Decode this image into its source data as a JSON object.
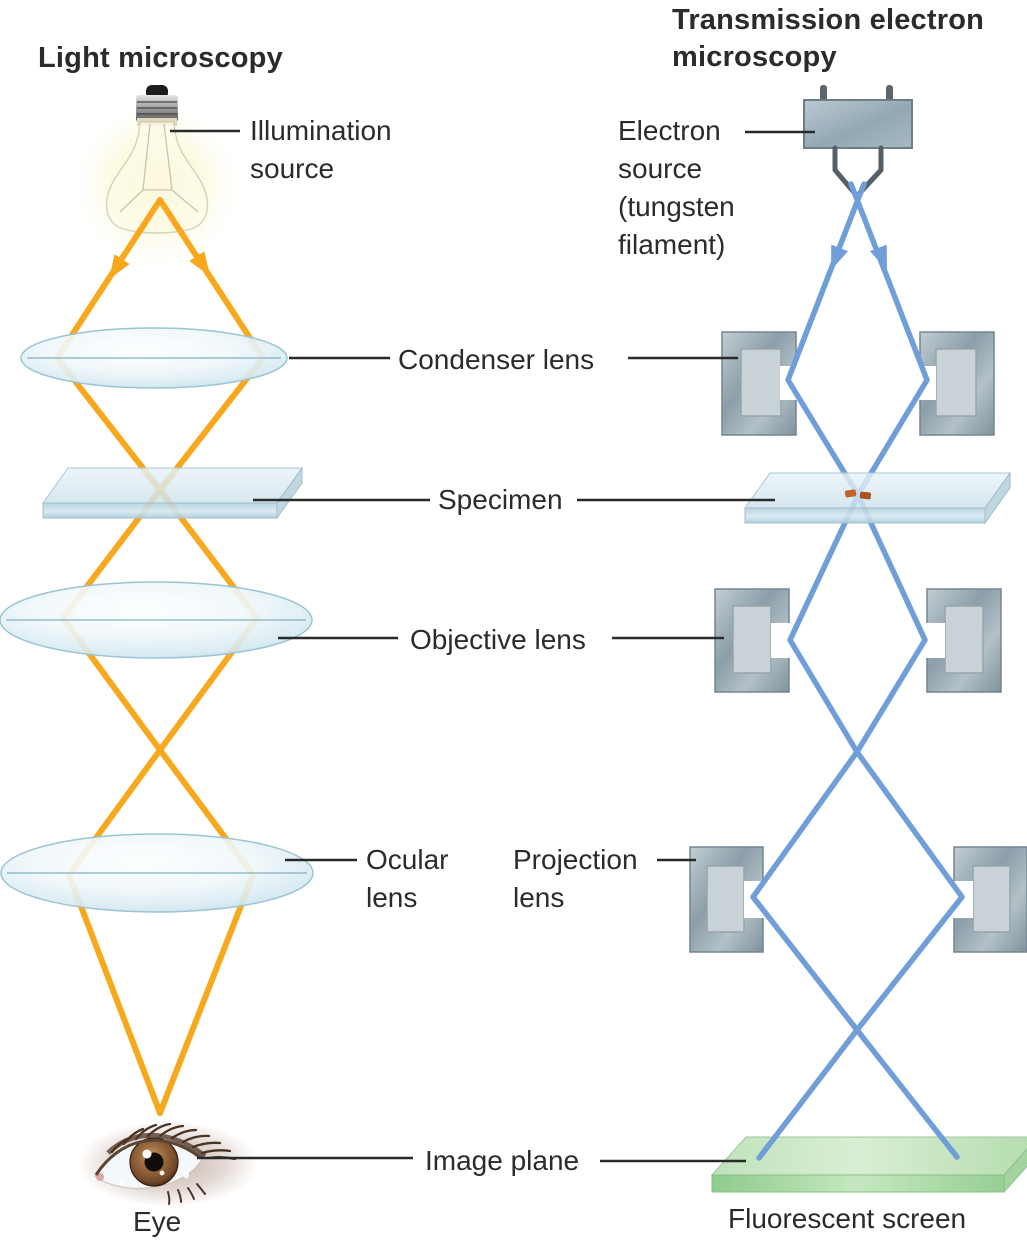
{
  "colors": {
    "light_ray": "#F7A81C",
    "electron_ray": "#6F9ED8",
    "text": "#2B2B2B",
    "glass_lens_edge": "#A9CFDF",
    "metal_block": "#8B9EA9",
    "screen_green": "#B4DCAE",
    "specimen_blue": "#CFE3ED"
  },
  "left_panel": {
    "title": "Light microscopy",
    "labels": {
      "illumination_source_lines": [
        "Illumination",
        "source"
      ],
      "ocular_lens_lines": [
        "Ocular",
        "lens"
      ],
      "eye": "Eye"
    }
  },
  "right_panel": {
    "title_lines": [
      "Transmission electron",
      "microscopy"
    ],
    "labels": {
      "electron_source_lines": [
        "Electron",
        "source",
        "(tungsten",
        "filament)"
      ],
      "projection_lens_lines": [
        "Projection",
        "lens"
      ],
      "fluorescent_screen": "Fluorescent screen"
    }
  },
  "shared_labels": {
    "condenser_lens": "Condenser lens",
    "specimen": "Specimen",
    "objective_lens": "Objective lens",
    "image_plane": "Image plane"
  }
}
